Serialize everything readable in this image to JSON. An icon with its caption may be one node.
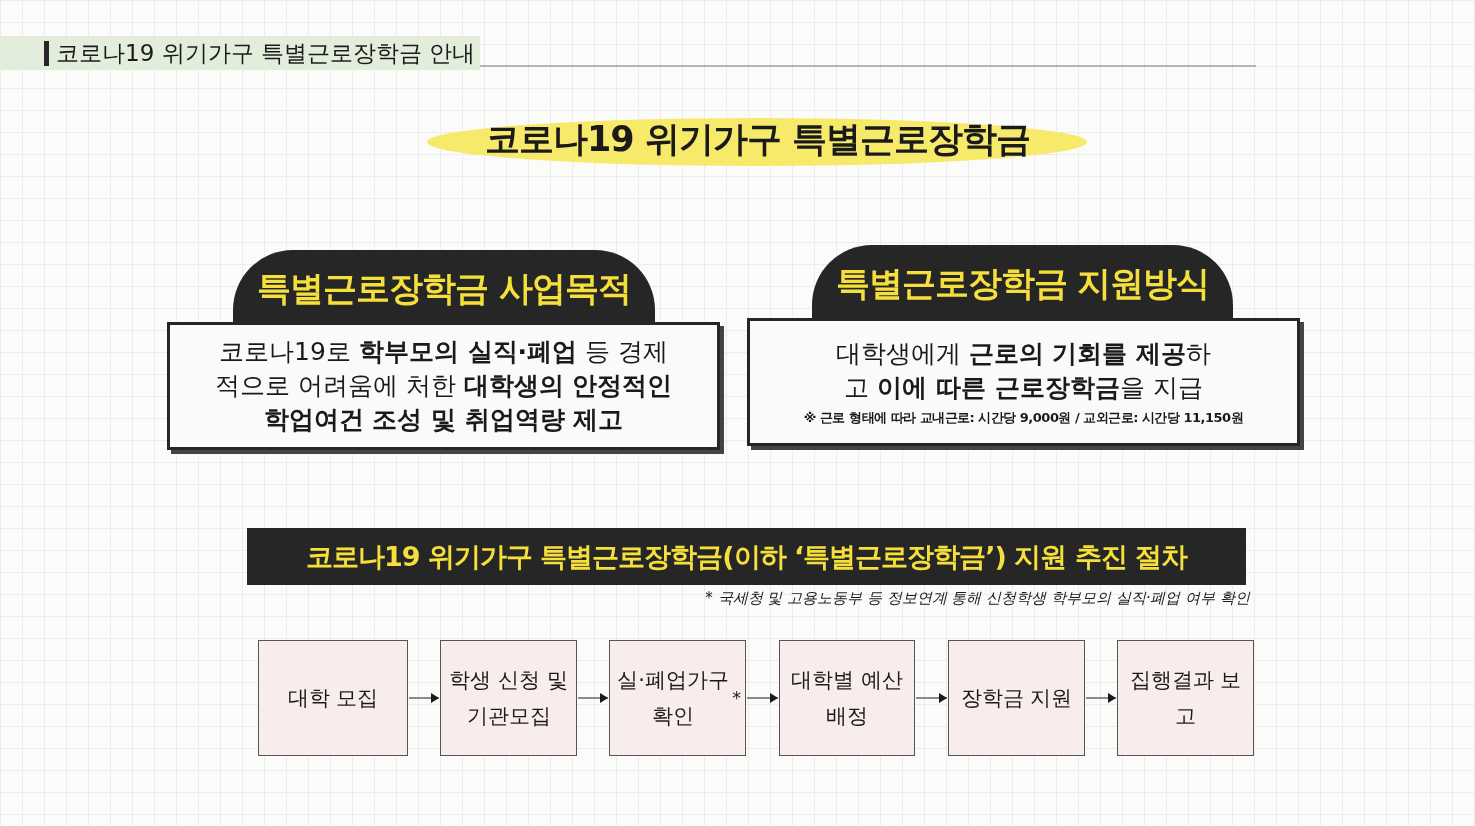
{
  "diagram": {
    "title": "코로나19 위기가구 특별근로장학금",
    "nodes": [
      {
        "text": [
          "특별근로장학금 사업목적",
          "코로나19로 **학부모의 실직·폐업** 등 경제적으로 어려움에 처한 **대학생의 안정적인 학업여건 조성 및 취업역량 제고**"
        ]
      },
      {
        "text": [
          "특별근로장학금 지원방식",
          "대학생에게 **근로의 기회를 제공**하고 **이에 따른 근로장학금**을 지급",
          "※ 근로 형태에 따라 교내근로: 시간당 9,000원 / 교외근로: 시간당 11,150원"
        ]
      },
      {
        "text": [
          "코로나19 위기가구 특별근로장학금(이하 ‘특별근로장학금’) 지원 추진 절차"
        ]
      },
      {
        "text": [
          "대학 모집"
        ]
      },
      {
        "text": [
          "학생 신청 및 기관모집"
        ]
      },
      {
        "text": [
          "실·폐업가구 확인$^{*}$"
        ]
      },
      {
        "text": [
          "대학별 예산배정"
        ]
      },
      {
        "text": [
          "장학금 지원"
        ]
      },
      {
        "text": [
          "집행결과 보고"
        ]
      }
    ],
    "edges": [
      {
        "from": 3,
        "to": 4,
        "arrow": "to"
      },
      {
        "from": 4,
        "to": 5,
        "arrow": "to"
      },
      {
        "from": 5,
        "to": 6,
        "arrow": "to"
      },
      {
        "from": 6,
        "to": 7,
        "arrow": "to"
      },
      {
        "from": 7,
        "to": 8,
        "arrow": "to"
      }
    ],
    "labels": [
      "코로나19 위기가구 특별근로장학금 안내",
      "* 국세청 및 고용노동부 등 정보연계 통해 신청학생 학부모의 실직·폐업 여부 확인"
    ]
  }
}
